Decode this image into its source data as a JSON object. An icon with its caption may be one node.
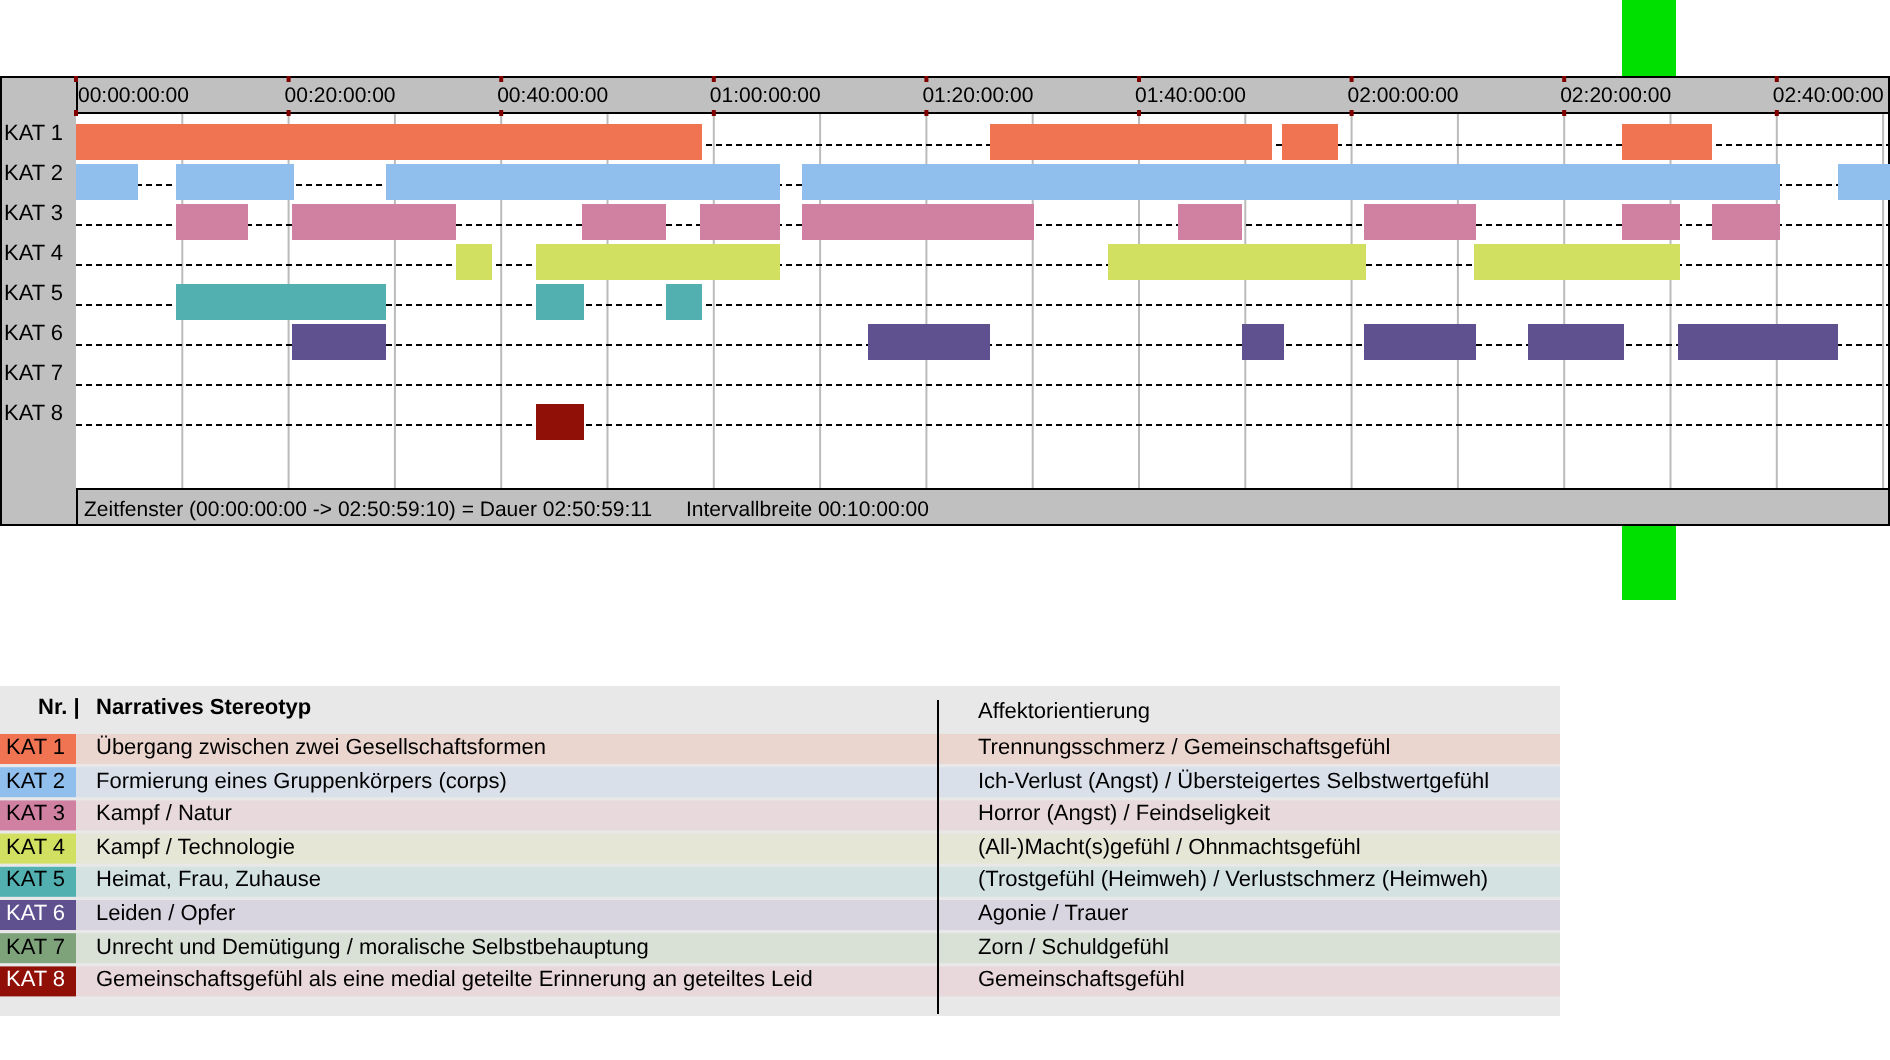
{
  "diagram": {
    "labels": [
      "00:00:00:00",
      "00:20:00:00",
      "00:40:00:00",
      "01:00:00:00",
      "01:20:00:00",
      "01:40:00:00",
      "02:00:00:00",
      "02:20:00:00",
      "02:40:00:00",
      "KAT 1",
      "KAT 2",
      "KAT 3",
      "KAT 4",
      "KAT 5",
      "KAT 6",
      "KAT 7",
      "KAT 8",
      "Zeitfenster (00:00:00:00 -> 02:50:59:10) = Dauer 02:50:59:11",
      "Intervallbreite 00:10:00:00",
      "Nr. |",
      "Narratives Stereotyp",
      "Affektorientierung",
      "Übergang zwischen zwei Gesellschaftsformen",
      "Trennungsschmerz / Gemeinschaftsgefühl",
      "Formierung eines Gruppenkörpers (corps)",
      "Ich-Verlust (Angst) / Übersteigertes Selbstwertgefühl",
      "Kampf / Natur",
      "Horror (Angst) / Feindseligkeit",
      "Kampf / Technologie",
      "(All-)Macht(s)gefühl / Ohnmachtsgefühl",
      "Heimat, Frau, Zuhause",
      "(Trostgefühl (Heimweh) / Verlustschmerz (Heimweh)",
      "Leiden / Opfer",
      "Agonie / Trauer",
      "Unrecht und Demütigung / moralische Selbstbehauptung",
      "Zorn / Schuldgefühl",
      "Gemeinschaftsgefühl als eine medial geteilte Erinnerung an geteiltes Leid",
      "Gemeinschaftsgefühl"
    ],
    "legend": [
      {
        "text": "KAT 1",
        "color": "#f07352"
      },
      {
        "text": "KAT 2",
        "color": "#90bfee"
      },
      {
        "text": "KAT 3",
        "color": "#d080a0"
      },
      {
        "text": "KAT 4",
        "color": "#d2e062"
      },
      {
        "text": "KAT 5",
        "color": "#52b0b0"
      },
      {
        "text": "KAT 6",
        "color": "#5f518f"
      },
      {
        "text": "KAT 7",
        "color": "#7ea37a"
      },
      {
        "text": "KAT 8",
        "color": "#901008"
      }
    ]
  }
}
